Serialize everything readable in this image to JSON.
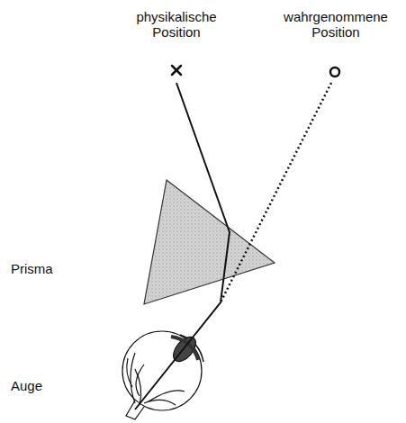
{
  "diagram": {
    "labels": [
      "physikalische Position",
      "wahrgenommene Position",
      "Prisma",
      "Auge"
    ]
  }
}
